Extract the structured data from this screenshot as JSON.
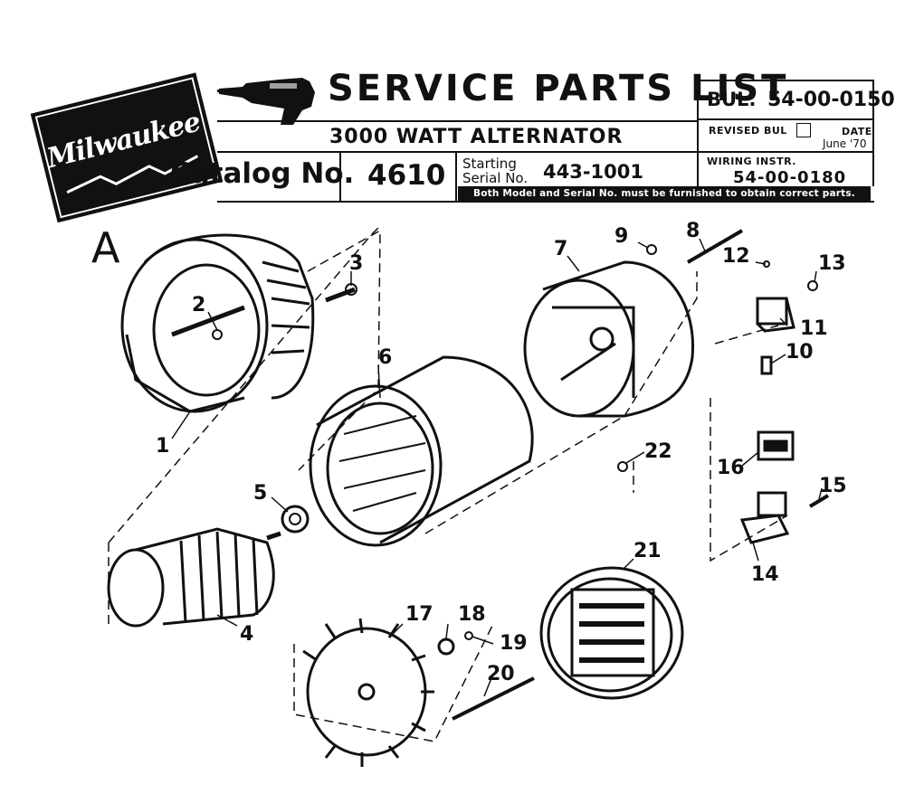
{
  "header": {
    "brand": "Milwaukee",
    "title": "SERVICE PARTS LIST",
    "subtitle": "3000 WATT ALTERNATOR",
    "catalog_label": "Catalog No.",
    "catalog_number": "4610",
    "starting_serial_label_1": "Starting",
    "starting_serial_label_2": "Serial No.",
    "starting_serial": "443-1001",
    "notice": "Both Model and Serial No. must be furnished to obtain correct parts.",
    "bul_label": "BUL.",
    "bul_number": "54-00-0150",
    "revised_bul_label": "REVISED BUL",
    "date_label": "DATE",
    "date_value": "June '70",
    "wiring_label": "WIRING INSTR.",
    "wiring_number": "54-00-0180"
  },
  "section_letter": "A",
  "callouts": [
    "1",
    "2",
    "3",
    "4",
    "5",
    "6",
    "7",
    "8",
    "9",
    "10",
    "11",
    "12",
    "13",
    "14",
    "15",
    "16",
    "17",
    "18",
    "19",
    "20",
    "21",
    "22"
  ],
  "colors": {
    "ink": "#111111",
    "paper": "#ffffff"
  },
  "icons": [
    "drill-icon",
    "lightning-bolt-icon"
  ]
}
